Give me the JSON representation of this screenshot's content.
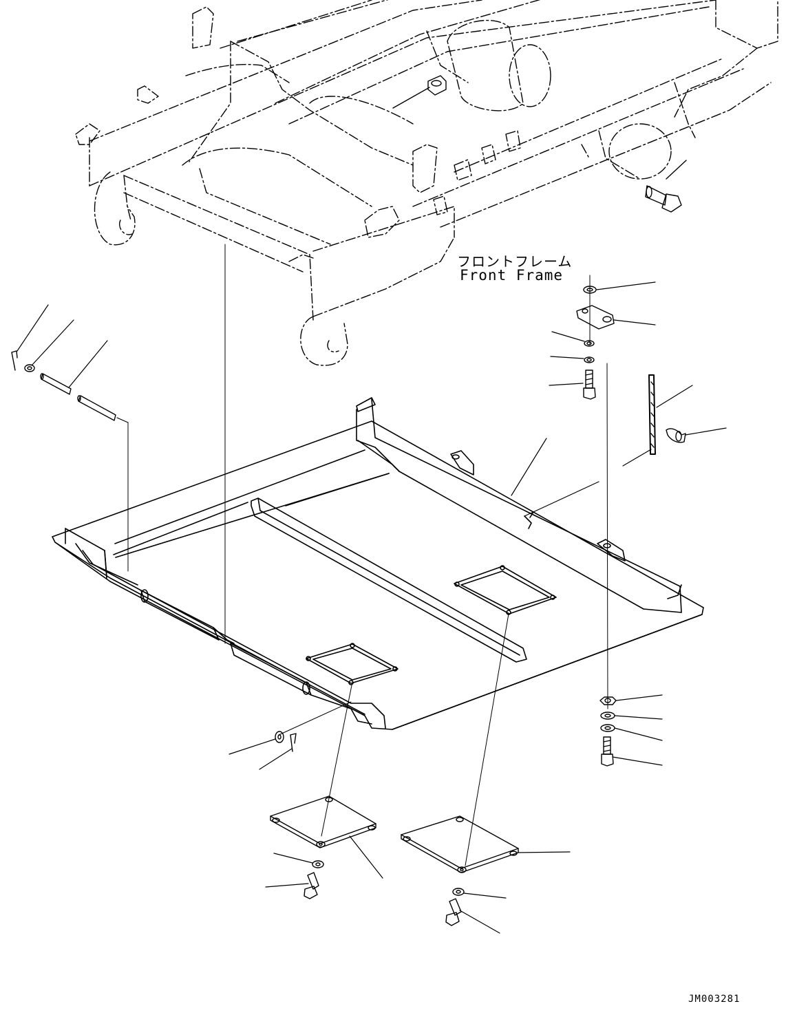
{
  "labels": {
    "frame_jp": "フロントフレーム",
    "frame_en": "Front Frame"
  },
  "drawing_id": "JM003281",
  "colors": {
    "line": "#000000",
    "background": "#ffffff"
  }
}
